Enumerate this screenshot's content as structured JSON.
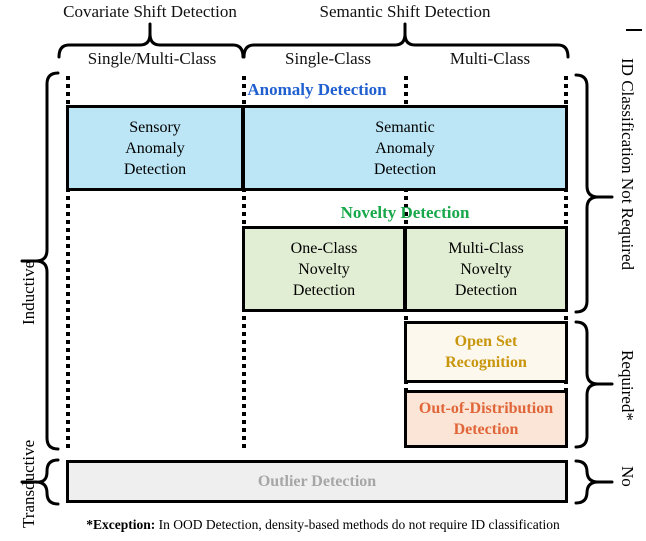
{
  "diagram": {
    "top_groups": [
      {
        "id": "covariate",
        "label": "Covariate Shift Detection"
      },
      {
        "id": "semantic",
        "label": "Semantic Shift Detection"
      }
    ],
    "columns": [
      {
        "id": "single-multi-class",
        "label": "Single/Multi-Class"
      },
      {
        "id": "single-class",
        "label": "Single-Class"
      },
      {
        "id": "multi-class",
        "label": "Multi-Class"
      }
    ],
    "group_titles": [
      {
        "id": "anomaly-detection",
        "label": "Anomaly Detection",
        "color": "#1f5fd0"
      },
      {
        "id": "novelty-detection",
        "label": "Novelty Detection",
        "color": "#17a84a"
      }
    ],
    "boxes": [
      {
        "id": "sensory-anomaly-detection",
        "label": "Sensory\nAnomaly\nDetection",
        "line1": "Sensory",
        "line2": "Anomaly",
        "line3": "Detection",
        "fill": "#bce5f5"
      },
      {
        "id": "semantic-anomaly-detection",
        "label": "Semantic\nAnomaly\nDetection",
        "line1": "Semantic",
        "line2": "Anomaly",
        "line3": "Detection",
        "fill": "#bce5f5"
      },
      {
        "id": "one-class-novelty-detection",
        "label": "One-Class\nNovelty\nDetection",
        "line1": "One-Class",
        "line2": "Novelty",
        "line3": "Detection",
        "fill": "#e2eed3"
      },
      {
        "id": "multi-class-novelty-detection",
        "label": "Multi-Class\nNovelty\nDetection",
        "line1": "Multi-Class",
        "line2": "Novelty",
        "line3": "Detection",
        "fill": "#e2eed3"
      },
      {
        "id": "open-set-recognition",
        "label": "Open Set\nRecognition",
        "line1": "Open Set",
        "line2": "Recognition",
        "fill": "#fdf8ee",
        "text_color": "#c8960c"
      },
      {
        "id": "out-of-distribution-detection",
        "label": "Out-of-Distribution\nDetection",
        "line1": "Out-of-Distribution",
        "line2": "Detection",
        "fill": "#fbe5d6",
        "text_color": "#e0663a"
      },
      {
        "id": "outlier-detection",
        "label": "Outlier Detection",
        "line1": "Outlier Detection",
        "fill": "#efefef",
        "text_color": "#a6a6a6"
      }
    ],
    "left_labels": [
      {
        "id": "inductive",
        "label": "Inductive"
      },
      {
        "id": "transductive",
        "label": "Transductive"
      }
    ],
    "right_labels": [
      {
        "id": "id-classification-not-required",
        "label": "ID Classification Not Required"
      },
      {
        "id": "required",
        "label": "Required*"
      },
      {
        "id": "no",
        "label": "No"
      }
    ],
    "footnote": {
      "marker": "*Exception:",
      "text": " In OOD Detection, density-based methods do not require ID classification"
    }
  }
}
